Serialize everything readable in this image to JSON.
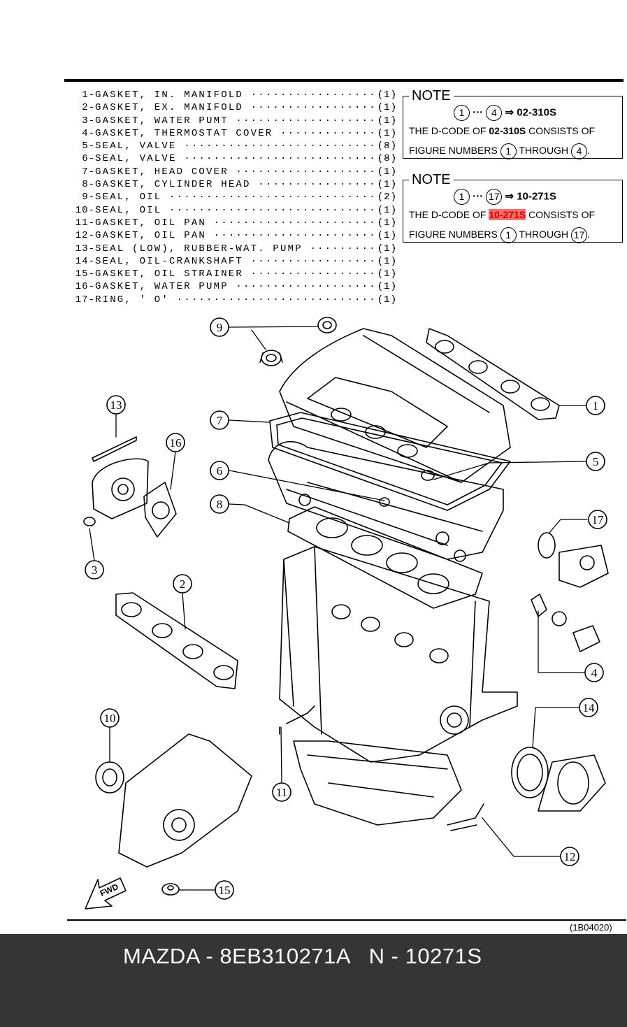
{
  "parts": [
    {
      "num": "1-",
      "name": "GASKET, IN. MANIFOLD",
      "qty": "(1)"
    },
    {
      "num": "2-",
      "name": "GASKET, EX. MANIFOLD",
      "qty": "(1)"
    },
    {
      "num": "3-",
      "name": "GASKET, WATER PUMT",
      "qty": "(1)"
    },
    {
      "num": "4-",
      "name": "GASKET, THERMOSTAT COVER",
      "qty": "(1)"
    },
    {
      "num": "5-",
      "name": "SEAL, VALVE",
      "qty": "(8)"
    },
    {
      "num": "6-",
      "name": "SEAL, VALVE",
      "qty": "(8)"
    },
    {
      "num": "7-",
      "name": "GASKET, HEAD COVER",
      "qty": "(1)"
    },
    {
      "num": "8-",
      "name": "GASKET, CYLINDER HEAD",
      "qty": "(1)"
    },
    {
      "num": "9-",
      "name": "SEAL, OIL",
      "qty": "(2)"
    },
    {
      "num": "10-",
      "name": "SEAL, OIL",
      "qty": "(1)"
    },
    {
      "num": "11-",
      "name": "GASKET, OIL PAN",
      "qty": "(1)"
    },
    {
      "num": "12-",
      "name": "GASKET, OIL PAN",
      "qty": "(1)"
    },
    {
      "num": "13-",
      "name": "SEAL (LOW), RUBBER-WAT. PUMP",
      "qty": "(1)"
    },
    {
      "num": "14-",
      "name": "SEAL, OIL-CRANKSHAFT",
      "qty": "(1)"
    },
    {
      "num": "15-",
      "name": "GASKET, OIL STRAINER",
      "qty": "(1)"
    },
    {
      "num": "16-",
      "name": "GASKET, WATER PUMP",
      "qty": "(1)"
    },
    {
      "num": "17-",
      "name": "RING, ' O'",
      "qty": "(1)"
    }
  ],
  "notes": [
    {
      "title": "NOTE",
      "from": "1",
      "ellipsis": "···",
      "to": "4",
      "arrow": "⇒",
      "code": "02-310S",
      "line2_pre": "THE D-CODE OF",
      "line2_code": "02-310S",
      "line2_post": "CONSISTS OF",
      "line3_pre": "FIGURE NUMBERS",
      "line3_mid": "THROUGH",
      "line3_end": "."
    },
    {
      "title": "NOTE",
      "from": "1",
      "ellipsis": "···",
      "to": "17",
      "arrow": "⇒",
      "code": "10-271S",
      "line2_pre": "THE D-CODE OF",
      "line2_code": "10-271S",
      "line2_post": "CONSISTS OF",
      "line3_pre": "FIGURE NUMBERS",
      "line3_mid": "THROUGH",
      "line3_end": "."
    }
  ],
  "callouts": [
    "1",
    "2",
    "3",
    "4",
    "5",
    "6",
    "7",
    "8",
    "9",
    "10",
    "11",
    "12",
    "13",
    "14",
    "15",
    "16",
    "17"
  ],
  "fwd_label": "FWD",
  "figure_code": "(1B04020)",
  "footer": {
    "text": "MAZDA - 8EB310271A   N - 10271S"
  },
  "colors": {
    "footer_bg": "#353535",
    "highlight": "#ff6b6b"
  }
}
